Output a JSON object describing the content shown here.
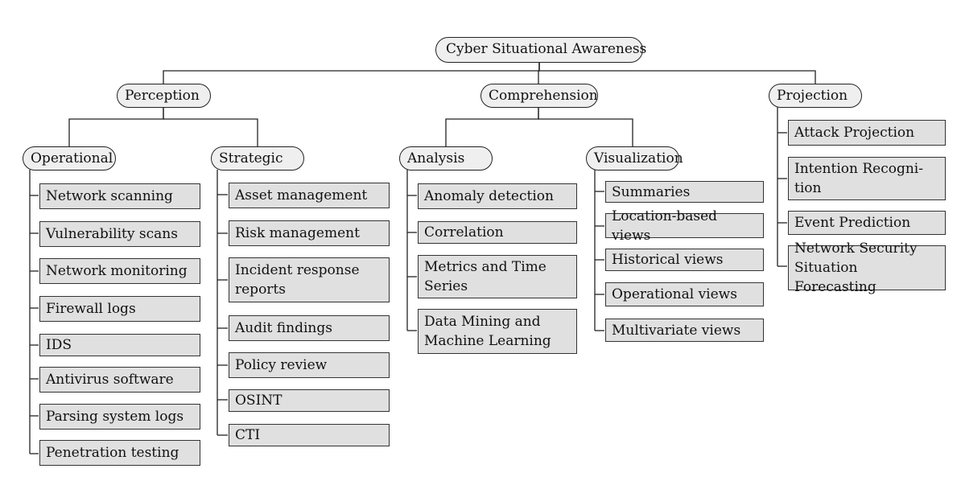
{
  "root": "Cyber Situational Awareness",
  "perception": {
    "label": "Perception",
    "operational": {
      "label": "Operational",
      "items": [
        "Network scanning",
        "Vulnerability scans",
        "Network monitoring",
        "Firewall logs",
        "IDS",
        "Antivirus software",
        "Parsing system logs",
        "Penetration testing"
      ]
    },
    "strategic": {
      "label": "Strategic",
      "items": [
        "Asset management",
        "Risk management",
        "Incident response\nreports",
        "Audit findings",
        "Policy review",
        "OSINT",
        "CTI"
      ]
    }
  },
  "comprehension": {
    "label": "Comprehension",
    "analysis": {
      "label": "Analysis",
      "items": [
        "Anomaly detection",
        "Correlation",
        "Metrics and Time\nSeries",
        "Data Mining and\nMachine Learning"
      ]
    },
    "visualization": {
      "label": "Visualization",
      "items": [
        "Summaries",
        "Location-based views",
        "Historical views",
        "Operational views",
        "Multivariate views"
      ]
    }
  },
  "projection": {
    "label": "Projection",
    "items": [
      "Attack Projection",
      "Intention Recogni-\ntion",
      "Event Prediction",
      "Network Security\nSituation Forecasting"
    ]
  }
}
